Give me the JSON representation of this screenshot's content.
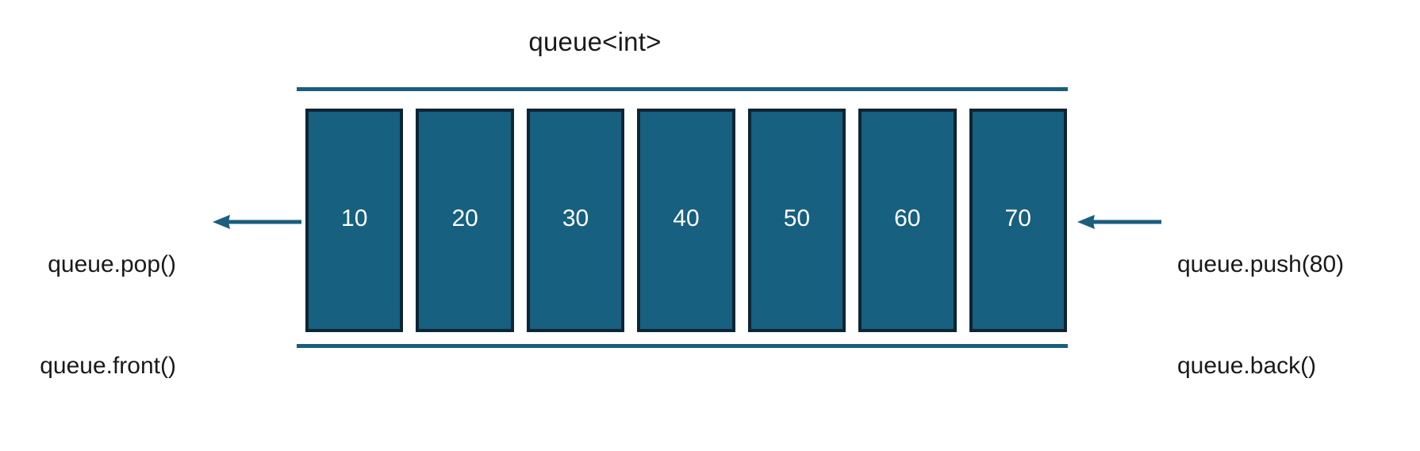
{
  "diagram": {
    "title": "queue<int>",
    "type": "queue-data-structure",
    "colors": {
      "box_fill": "#17607f",
      "box_border": "#0d2535",
      "rail": "#1b5e7e",
      "arrow": "#1b5e7e",
      "value_text": "#ffffff",
      "label_text": "#1a1a1a",
      "background": "#ffffff"
    },
    "boxes": [
      {
        "value": "10"
      },
      {
        "value": "20"
      },
      {
        "value": "30"
      },
      {
        "value": "40"
      },
      {
        "value": "50"
      },
      {
        "value": "60"
      },
      {
        "value": "70"
      }
    ],
    "left_annotations": {
      "arrow_direction": "left",
      "lines": [
        "queue.pop()",
        "queue.front()"
      ]
    },
    "right_annotations": {
      "arrow_direction": "left",
      "lines": [
        "queue.push(80)",
        "queue.back()"
      ]
    }
  }
}
